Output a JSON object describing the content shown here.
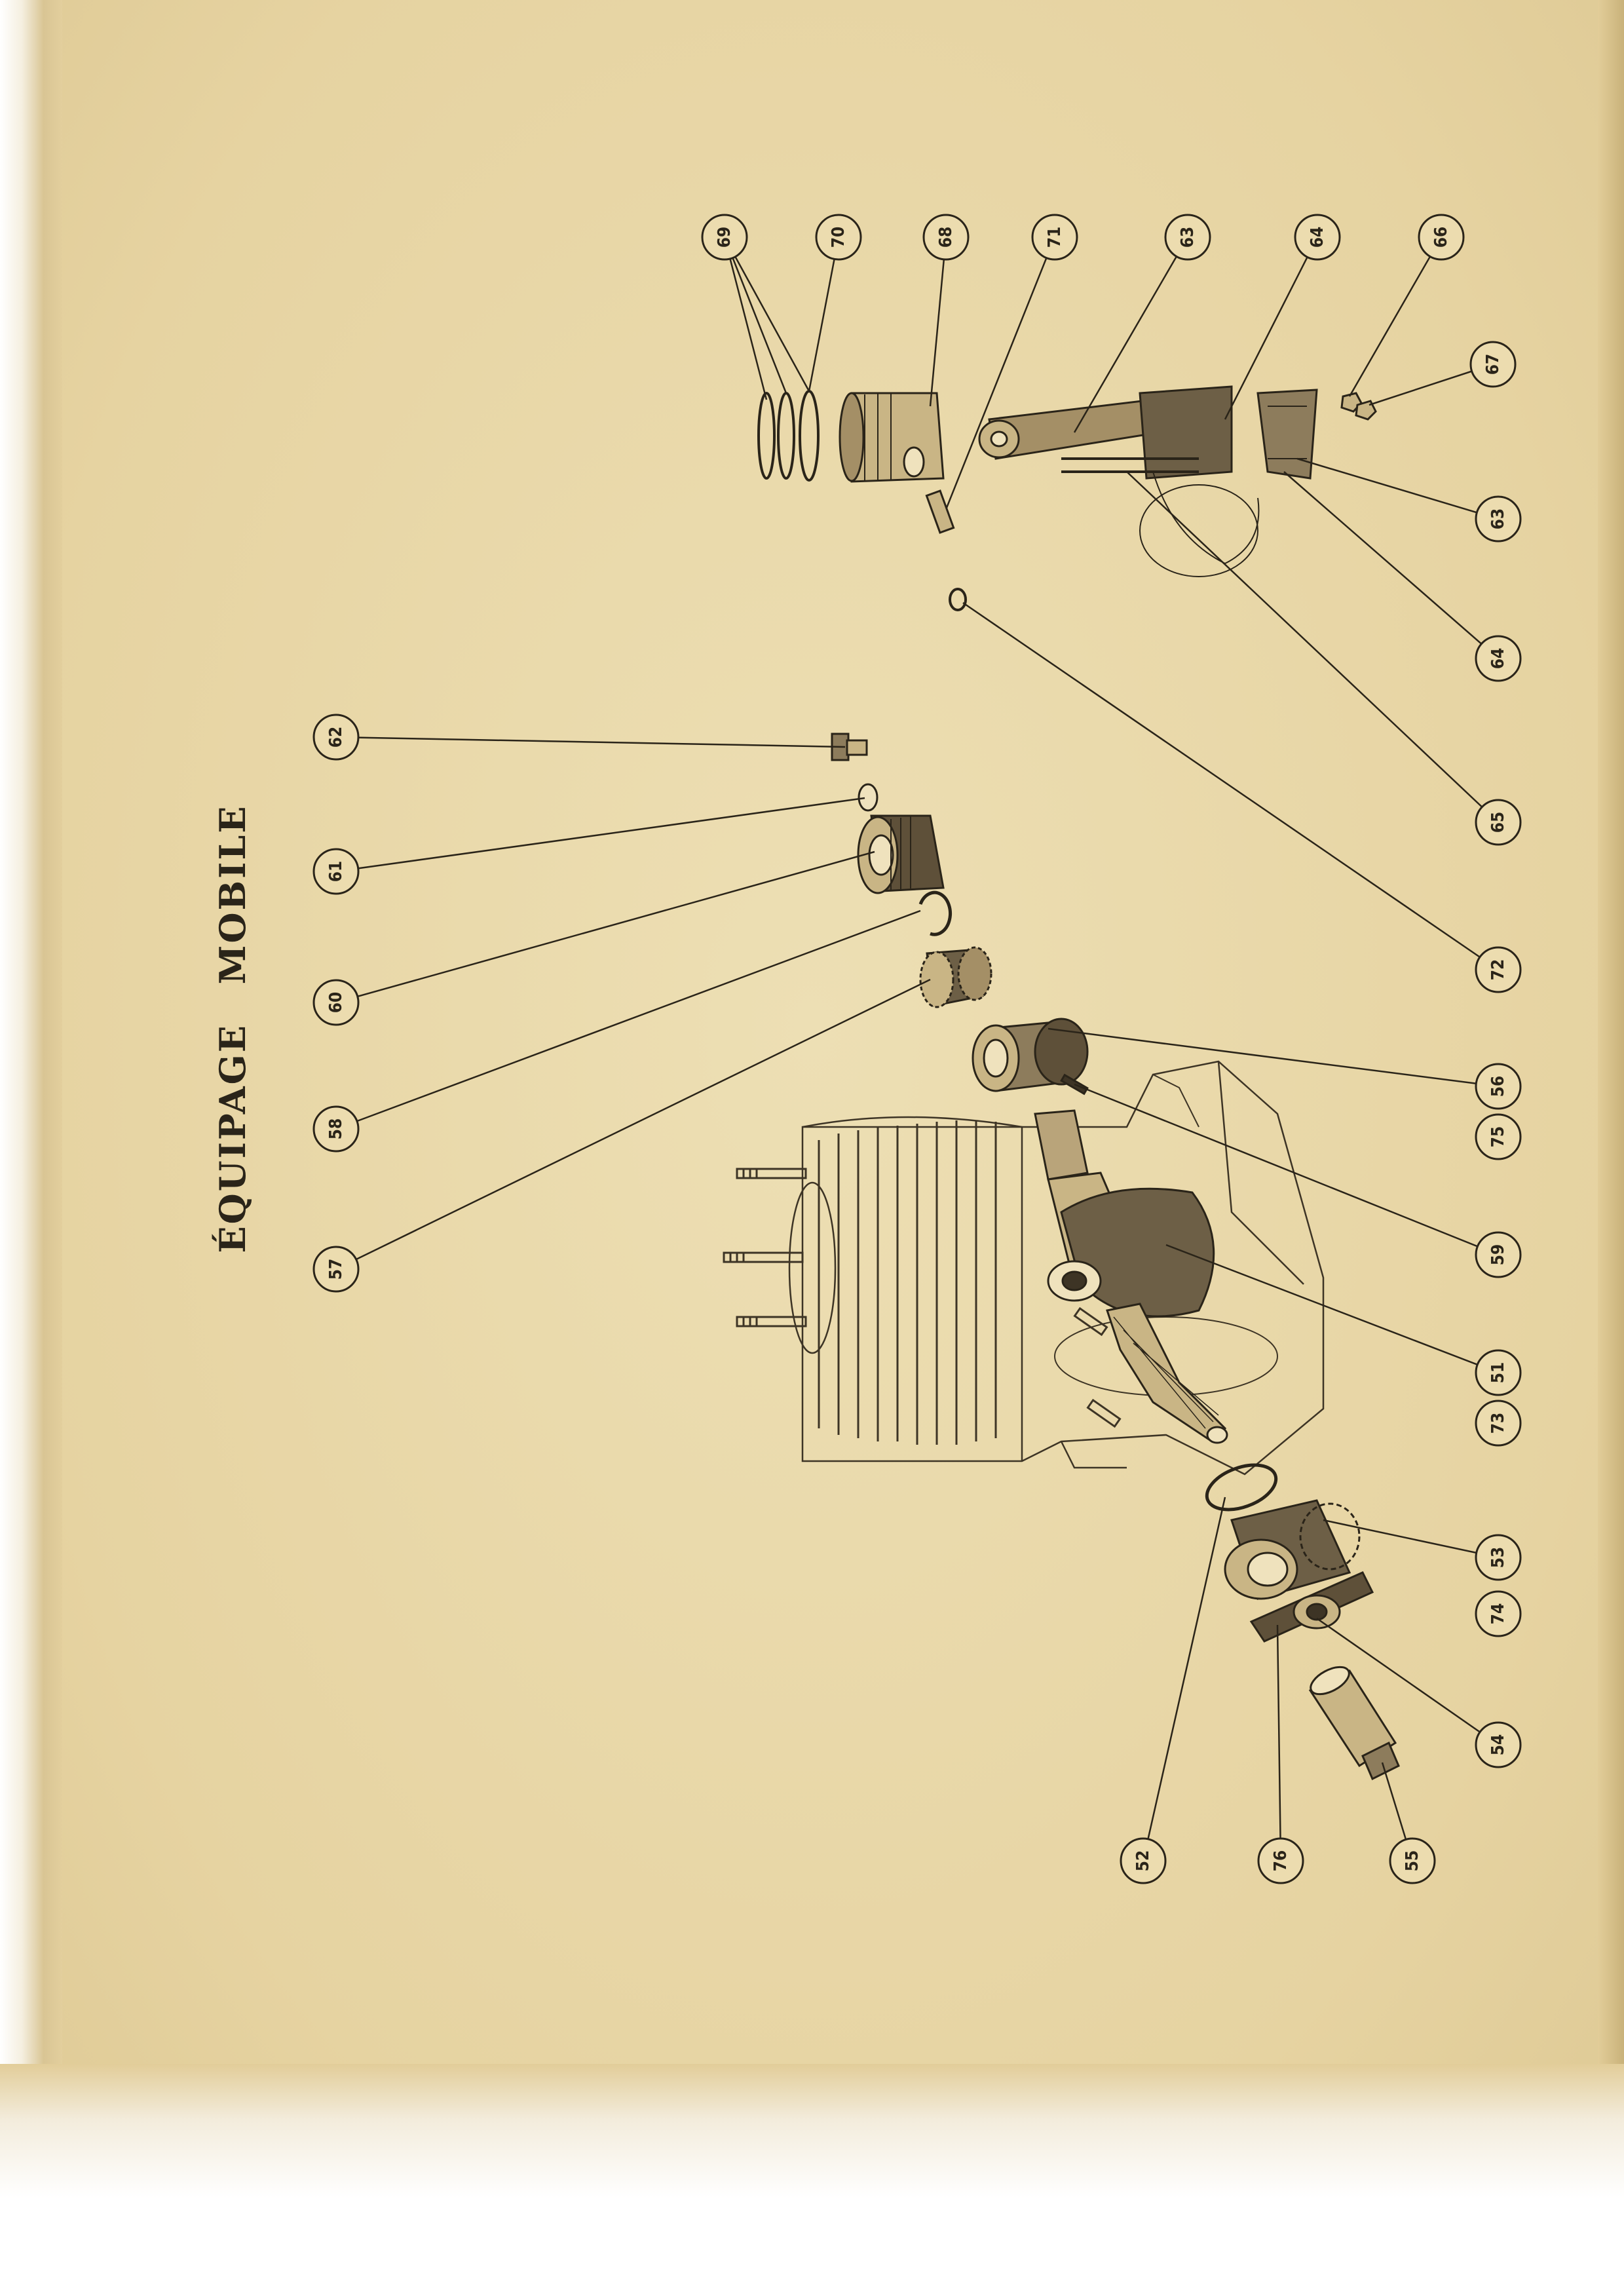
{
  "title": "ÉQUIPAGE   MOBILE",
  "callouts": [
    "69",
    "70",
    "68",
    "71",
    "63",
    "64",
    "66",
    "67",
    "63",
    "64",
    "65",
    "72",
    "62",
    "61",
    "60",
    "58",
    "57",
    "56",
    "75",
    "59",
    "51",
    "73",
    "53",
    "74",
    "54",
    "52",
    "76",
    "55"
  ]
}
